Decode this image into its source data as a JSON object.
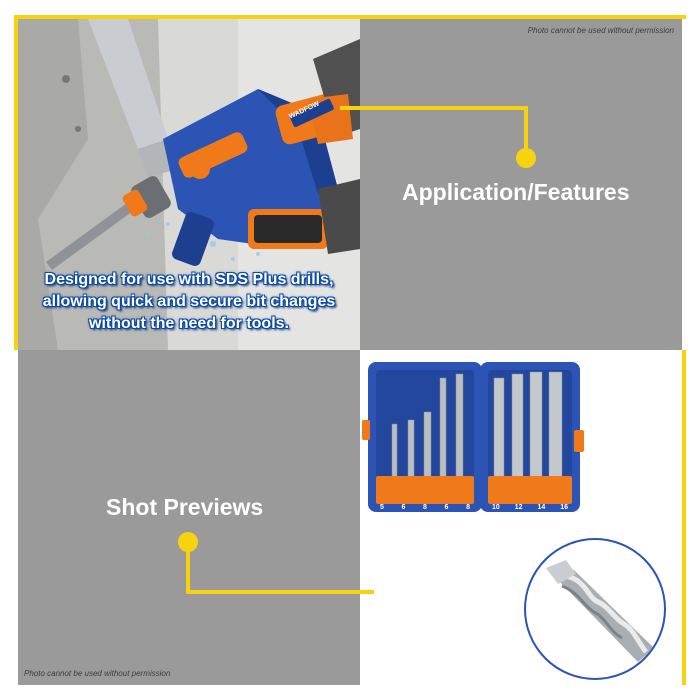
{
  "notices": {
    "top": "Photo cannot be used without permission",
    "bottom": "Photo cannot be used without permission"
  },
  "sections": {
    "application": {
      "title": "Application/Features"
    },
    "previews": {
      "title": "Shot Previews"
    }
  },
  "caption": {
    "line1": "Designed for use with SDS Plus drills,",
    "line2": "allowing quick and secure bit changes",
    "line3": "without the need for tools."
  },
  "drill": {
    "brand": "WADFOW"
  },
  "bit_set": {
    "sizes_left": [
      "5",
      "6",
      "8",
      "6",
      "8"
    ],
    "sizes_right": [
      "10",
      "12",
      "14",
      "16"
    ]
  },
  "colors": {
    "frame": "#f6d20f",
    "panel_gray": "#9a9a9a",
    "case_blue": "#2b54b4",
    "tray_orange": "#f07a1a"
  }
}
